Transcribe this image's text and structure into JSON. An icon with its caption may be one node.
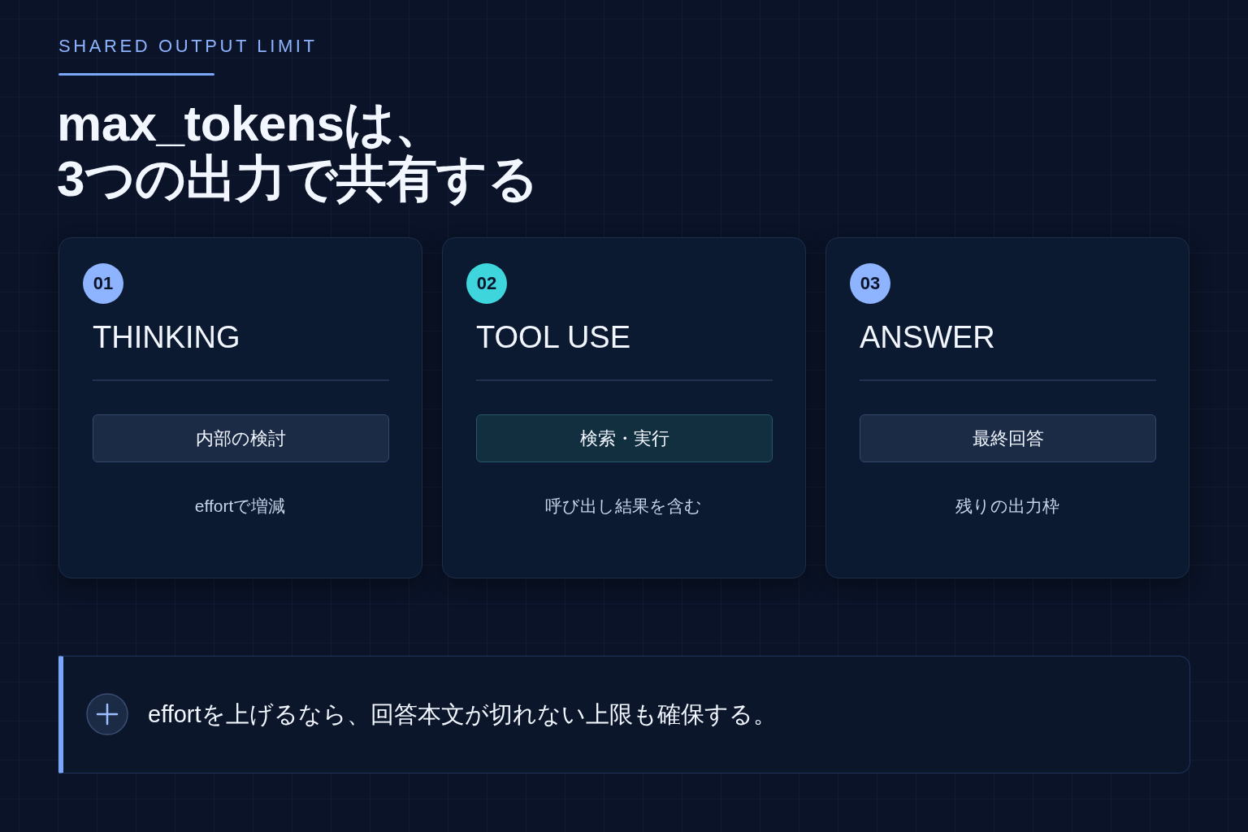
{
  "diagram": {
    "title": "max_tokensは、3つの出力で共有する",
    "nodes": [
      {
        "text": [
          "THINKING",
          "effortで増減"
        ]
      },
      {
        "text": [
          "01"
        ],
        "in": 0
      },
      {
        "text": [
          "内部の検討"
        ],
        "in": 0
      },
      {
        "text": [
          "TOOL USE",
          "呼び出し結果を含む"
        ]
      },
      {
        "text": [
          "02"
        ],
        "in": 3
      },
      {
        "text": [
          "検索・実行"
        ],
        "in": 3
      },
      {
        "text": [
          "ANSWER",
          "残りの出力枠"
        ]
      },
      {
        "text": [
          "03"
        ],
        "in": 6
      },
      {
        "text": [
          "最終回答"
        ],
        "in": 6
      },
      {
        "text": [
          "effortを上げるなら、回答本文が切れない上限も確保する。"
        ]
      }
    ],
    "labels": [
      "SHARED OUTPUT LIMIT"
    ]
  }
}
